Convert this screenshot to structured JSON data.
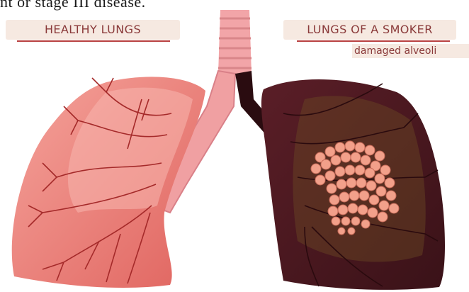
{
  "top_text": "nt or stage III disease.",
  "labels": {
    "healthy": "HEALTHY LUNGS",
    "smoker": "LUNGS OF A SMOKER",
    "damaged": "damaged alveoli"
  },
  "colors": {
    "healthy_lung": "#e8706c",
    "healthy_lung_light": "#f7b6ae",
    "vessel": "#a52a2a",
    "trachea": "#f2a5a8",
    "smoker_lung": "#4a1820",
    "smoker_tar": "#6b4a23",
    "alveoli": "#f2a08a",
    "label_bg": "#f6e9e1",
    "label_text": "#8a3a3a"
  }
}
